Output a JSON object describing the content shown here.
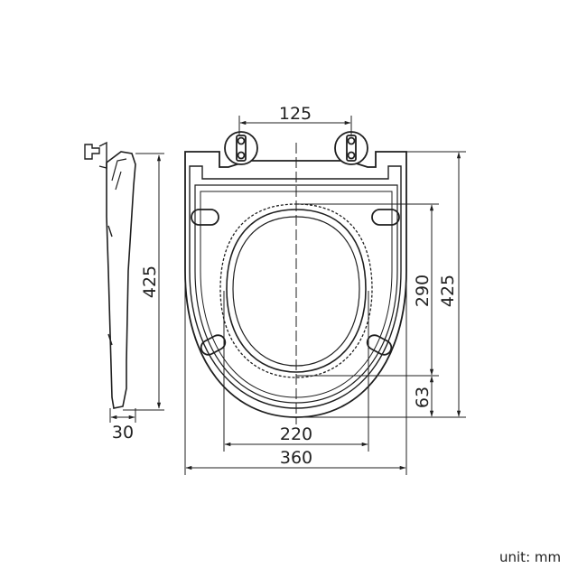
{
  "colors": {
    "line": "#1f1f1f",
    "background": "#ffffff"
  },
  "dimensions": {
    "hinge_spacing": "125",
    "side_height": "425",
    "side_thickness": "30",
    "opening_length": "290",
    "overall_length": "425",
    "rear_to_opening": "63",
    "opening_width": "220",
    "overall_width": "360"
  },
  "unit_label": "unit: mm"
}
